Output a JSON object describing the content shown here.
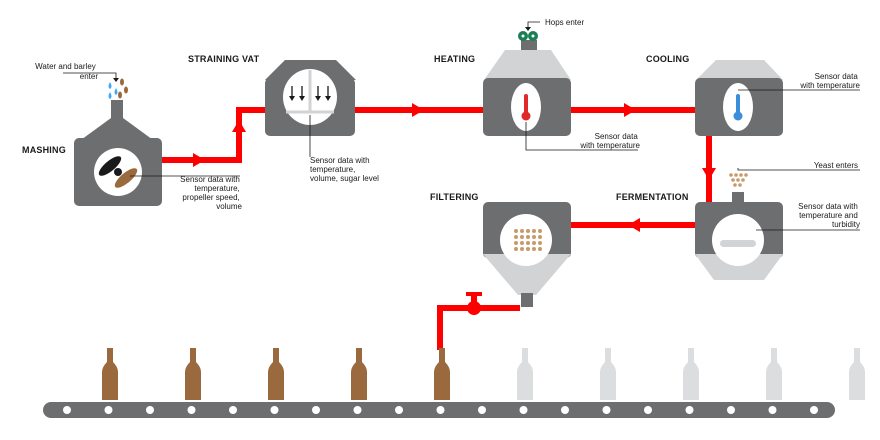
{
  "stages": {
    "mashing": "MASHING",
    "straining": "STRAINING VAT",
    "heating": "HEATING",
    "cooling": "COOLING",
    "fermentation": "FERMENTATION",
    "filtering": "FILTERING"
  },
  "notes": {
    "water_barley": [
      "Water and barley",
      "enter"
    ],
    "mashing_sensor": [
      "Sensor data with",
      "temperature,",
      "propeller speed,",
      "volume"
    ],
    "straining_sensor": [
      "Sensor data with",
      "temperature,",
      "volume, sugar level"
    ],
    "hops": "Hops enter",
    "heating_sensor": [
      "Sensor data",
      "with temperature"
    ],
    "cooling_sensor": [
      "Sensor data",
      "with temperature"
    ],
    "yeast": "Yeast enters",
    "fermentation_sensor": [
      "Sensor data with",
      "temperature and",
      "turbidity"
    ]
  },
  "bottles": {
    "filled_count": 5,
    "empty_count": 5
  },
  "colors": {
    "pipe": "#ff0000",
    "tank": "#6d6e70",
    "tank_light": "#d2d3d4",
    "beer": "#9a6a3e",
    "empty_bottle": "#dcdddf",
    "conveyor": "#6d6e70",
    "water": "#3fa9f5",
    "hops": "#1a7f55",
    "thermo_hot": "#e02a2a",
    "thermo_cold": "#3a8fd8"
  }
}
